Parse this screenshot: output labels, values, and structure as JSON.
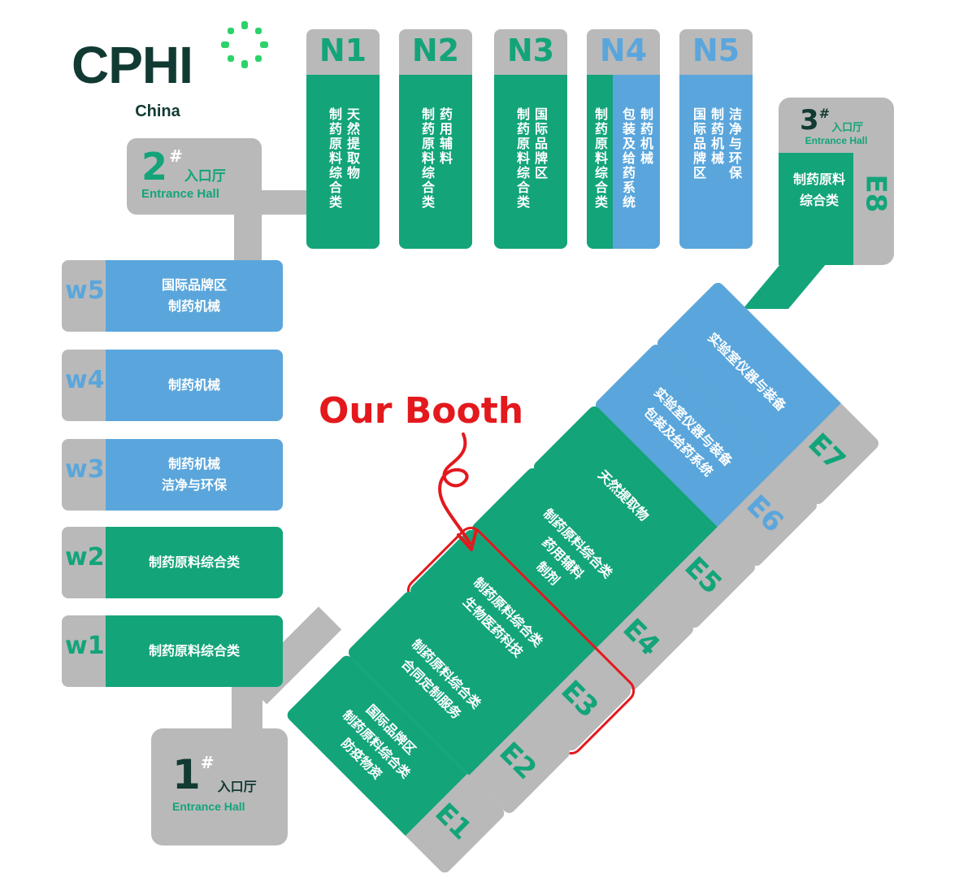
{
  "brand": {
    "logo": "CPHI",
    "subtitle": "China",
    "colors": {
      "dark": "#113a33",
      "accent": "#2bd36a"
    }
  },
  "colors": {
    "green": "#13a47a",
    "blue": "#5aa6dc",
    "gray": "#b9b9b9",
    "highlight": "#e3191d"
  },
  "annotation": "Our Booth",
  "entrances": [
    {
      "num": "2",
      "mark": "#",
      "label": "入口厅",
      "en": "Entrance Hall"
    },
    {
      "num": "3",
      "mark": "#",
      "label": "入口厅",
      "en": "Entrance Hall"
    },
    {
      "num": "1",
      "mark": "#",
      "label": "入口厅",
      "en": "Entrance Hall"
    }
  ],
  "halls_n": [
    {
      "id": "N1",
      "lines": [
        "制药原料综合类",
        "天然提取物"
      ]
    },
    {
      "id": "N2",
      "lines": [
        "制药原料综合类",
        "药用辅料"
      ]
    },
    {
      "id": "N3",
      "lines": [
        "制药原料综合类",
        "国际品牌区"
      ]
    },
    {
      "id": "N4",
      "green_line": "制药原料综合类",
      "blue_lines": [
        "包装及给药系统",
        "制药机械"
      ]
    },
    {
      "id": "N5",
      "lines": [
        "国际品牌区",
        "制药机械",
        "洁净与环保"
      ]
    }
  ],
  "halls_w": [
    {
      "id": "w5",
      "lines": [
        "国际品牌区",
        "制药机械"
      ]
    },
    {
      "id": "w4",
      "lines": [
        "制药机械"
      ]
    },
    {
      "id": "w3",
      "lines": [
        "制药机械",
        "洁净与环保"
      ]
    },
    {
      "id": "w2",
      "lines": [
        "制药原料综合类"
      ]
    },
    {
      "id": "w1",
      "lines": [
        "制药原料综合类"
      ]
    }
  ],
  "halls_e": [
    {
      "id": "E8",
      "lines": [
        "制药原料",
        "综合类"
      ]
    },
    {
      "id": "E7",
      "lines": [
        "实验室仪器与装备"
      ]
    },
    {
      "id": "E6",
      "lines": [
        "实验室仪器与装备",
        "包装及给药系统"
      ]
    },
    {
      "id": "E5",
      "lines": [
        "天然提取物"
      ]
    },
    {
      "id": "E4",
      "lines": [
        "制药原料综合类",
        "药用辅料",
        "制剂"
      ]
    },
    {
      "id": "E3",
      "lines": [
        "制药原料综合类",
        "生物医药科技"
      ]
    },
    {
      "id": "E2",
      "lines": [
        "制药原料综合类",
        "合同定制服务"
      ]
    },
    {
      "id": "E1",
      "lines": [
        "国际品牌区",
        "制药原料综合类",
        "防疫物资"
      ]
    }
  ]
}
